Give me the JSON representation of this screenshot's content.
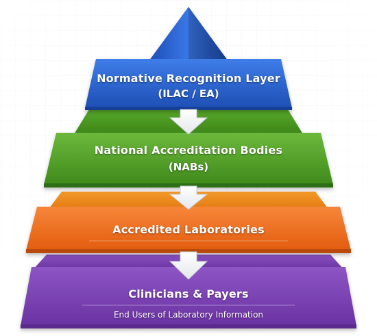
{
  "diagram": {
    "tiers": [
      {
        "id": "normative",
        "title": "Normative Recognition Layer",
        "subtitle": "(ILAC / EA)",
        "color": "#2257c8"
      },
      {
        "id": "national",
        "title": "National Accreditation Bodies",
        "subtitle": "(NABs)",
        "color": "#4f9a22"
      },
      {
        "id": "laboratories",
        "title": "Accredited Laboratories",
        "color": "#ee6a14"
      },
      {
        "id": "users",
        "title": "Clinicians & Payers",
        "subtitle": "End Users of Laboratory Information",
        "color": "#7a3fb0"
      }
    ],
    "arrow_color": "#ffffff"
  }
}
